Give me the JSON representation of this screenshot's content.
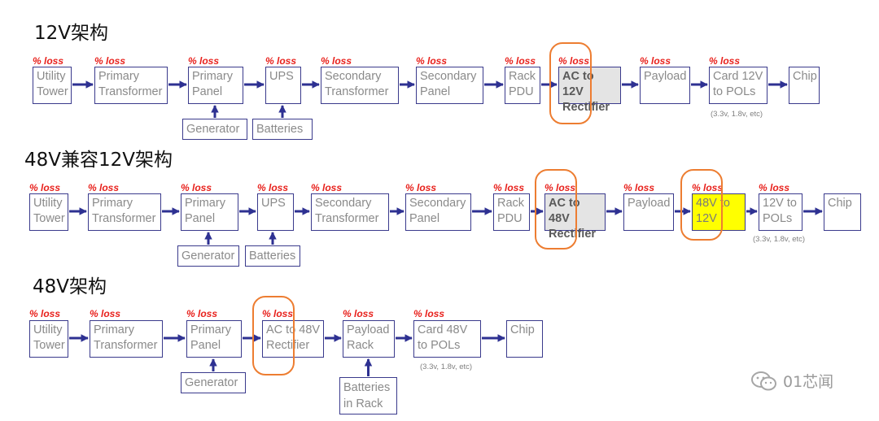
{
  "sections": [
    {
      "title": "12V架构",
      "nodes": [
        {
          "key": "utility",
          "label": "Utility\nTower",
          "loss": "% loss"
        },
        {
          "key": "primary_tx",
          "label": "Primary\nTransformer",
          "loss": "% loss"
        },
        {
          "key": "primary_panel",
          "label": "Primary\nPanel",
          "loss": "% loss"
        },
        {
          "key": "ups",
          "label": "UPS",
          "loss": "% loss"
        },
        {
          "key": "secondary_tx",
          "label": "Secondary\nTransformer",
          "loss": "% loss"
        },
        {
          "key": "secondary_panel",
          "label": "Secondary\nPanel",
          "loss": "% loss"
        },
        {
          "key": "rack_pdu",
          "label": "Rack\nPDU",
          "loss": "% loss"
        },
        {
          "key": "ac_12v",
          "label": "AC to 12V\nRectifier",
          "loss": "% loss",
          "style": "gray",
          "highlight": true
        },
        {
          "key": "payload",
          "label": "Payload",
          "loss": "% loss"
        },
        {
          "key": "card_12v",
          "label": "Card 12V\nto POLs",
          "loss": "% loss",
          "note": "(3.3v, 1.8v, etc)"
        },
        {
          "key": "chip",
          "label": "Chip"
        }
      ],
      "subnodes": [
        {
          "key": "generator",
          "label": "Generator",
          "under": "primary_panel"
        },
        {
          "key": "batteries",
          "label": "Batteries",
          "under": "ups"
        }
      ]
    },
    {
      "title": "48V兼容12V架构",
      "nodes": [
        {
          "key": "utility",
          "label": "Utility\nTower",
          "loss": "% loss"
        },
        {
          "key": "primary_tx",
          "label": "Primary\nTransformer",
          "loss": "% loss"
        },
        {
          "key": "primary_panel",
          "label": "Primary\nPanel",
          "loss": "% loss"
        },
        {
          "key": "ups",
          "label": "UPS",
          "loss": "% loss"
        },
        {
          "key": "secondary_tx",
          "label": "Secondary\nTransformer",
          "loss": "% loss"
        },
        {
          "key": "secondary_panel",
          "label": "Secondary\nPanel",
          "loss": "% loss"
        },
        {
          "key": "rack_pdu",
          "label": "Rack\nPDU",
          "loss": "% loss"
        },
        {
          "key": "ac_48v",
          "label": "AC to 48V\nRectifier",
          "loss": "% loss",
          "style": "gray",
          "highlight": true
        },
        {
          "key": "payload",
          "label": "Payload",
          "loss": "% loss"
        },
        {
          "key": "v48_12v",
          "label": "48V to\n12V",
          "loss": "% loss",
          "style": "yellow",
          "highlight": true
        },
        {
          "key": "v12_pols",
          "label": "12V to\nPOLs",
          "loss": "% loss",
          "note": "(3.3v, 1.8v, etc)"
        },
        {
          "key": "chip",
          "label": "Chip"
        }
      ],
      "subnodes": [
        {
          "key": "generator",
          "label": "Generator",
          "under": "primary_panel"
        },
        {
          "key": "batteries",
          "label": "Batteries",
          "under": "ups"
        }
      ]
    },
    {
      "title": "48V架构",
      "nodes": [
        {
          "key": "utility",
          "label": "Utility\nTower",
          "loss": "% loss"
        },
        {
          "key": "primary_tx",
          "label": "Primary\nTransformer",
          "loss": "% loss"
        },
        {
          "key": "primary_panel",
          "label": "Primary\nPanel",
          "loss": "% loss"
        },
        {
          "key": "ac_48v",
          "label": "AC to 48V\nRectifier",
          "loss": "% loss",
          "highlight": true
        },
        {
          "key": "payload_rack",
          "label": "Payload\nRack",
          "loss": "% loss"
        },
        {
          "key": "card_48v",
          "label": "Card 48V\nto POLs",
          "loss": "% loss",
          "note": "(3.3v, 1.8v, etc)"
        },
        {
          "key": "chip",
          "label": "Chip"
        }
      ],
      "subnodes": [
        {
          "key": "generator",
          "label": "Generator",
          "under": "primary_panel"
        },
        {
          "key": "batteries_rack",
          "label": "Batteries\nin Rack",
          "under": "payload_rack"
        }
      ]
    }
  ],
  "colors": {
    "box_border": "#3a3a8c",
    "arrow": "#2e3192",
    "loss_text": "#e8211c",
    "highlight": "#ed7d31",
    "rectifier_fill": "#e4e4e4",
    "converter_fill": "#ffff00"
  },
  "watermark": {
    "text": "01芯闻",
    "icon": "wechat-icon"
  }
}
